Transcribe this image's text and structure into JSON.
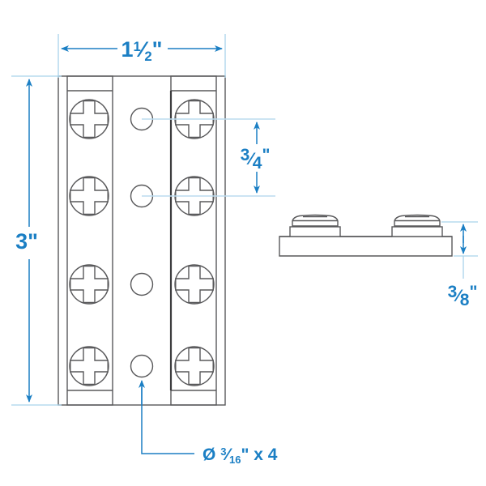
{
  "drawing": {
    "title": "Terminal Block Dimensioned Drawing",
    "units": "inches",
    "line_color": "#58585a",
    "dimension_color": "#1b7fc4",
    "extension_color": "#a9d3ea",
    "leader_color": "#bcdcef",
    "background_color": "#ffffff"
  },
  "dimensions": {
    "width": {
      "label_whole": "1",
      "label_fraction_numerator": "1",
      "label_fraction_denominator": "2",
      "label_unit": "\"",
      "full_text": "1½\"",
      "value": 1.5,
      "orientation": "horizontal",
      "location": "top"
    },
    "height": {
      "label_whole": "3",
      "label_unit": "\"",
      "full_text": "3\"",
      "value": 3,
      "orientation": "vertical",
      "location": "left"
    },
    "hole_spacing": {
      "label_fraction_numerator": "3",
      "label_fraction_denominator": "4",
      "label_unit": "\"",
      "full_text": "¾\"",
      "value": 0.75,
      "orientation": "vertical",
      "location": "center-right"
    },
    "thickness": {
      "label_fraction_numerator": "3",
      "label_fraction_denominator": "8",
      "label_unit": "\"",
      "full_text": "⅜\"",
      "value": 0.375,
      "orientation": "vertical",
      "location": "right-of-side-view"
    },
    "hole_callout": {
      "symbol": "Ø",
      "label_fraction_numerator": "3",
      "label_fraction_denominator": "16",
      "label_unit": "\"",
      "multiplier": "x 4",
      "full_text": "Ø ³⁄₁₆\" x 4",
      "value": 0.1875,
      "quantity": 4,
      "location": "bottom"
    }
  },
  "views": {
    "front": {
      "name": "front-view",
      "screw_count": 8,
      "mounting_hole_count": 4
    },
    "side": {
      "name": "side-view",
      "terminal_post_count": 2
    }
  }
}
